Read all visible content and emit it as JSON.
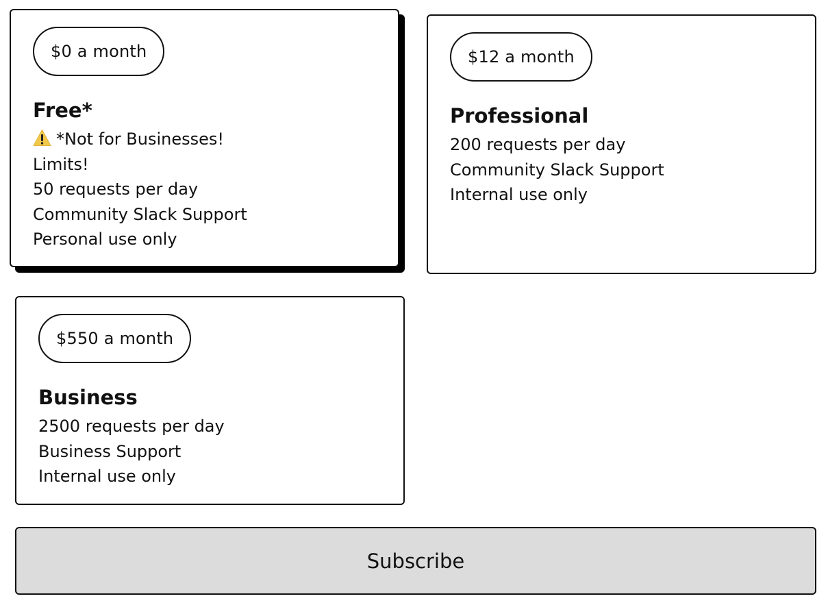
{
  "plans": [
    {
      "id": "free",
      "price": "$0 a month",
      "name": "Free*",
      "selected": true,
      "warning": {
        "icon": "warning-icon",
        "text": "*Not for Businesses!"
      },
      "features": [
        "Limits!",
        "50 requests per day",
        "Community Slack Support",
        "Personal use only"
      ]
    },
    {
      "id": "professional",
      "price": "$12 a month",
      "name": "Professional",
      "selected": false,
      "features": [
        "200 requests per day",
        "Community Slack Support",
        "Internal use only"
      ]
    },
    {
      "id": "business",
      "price": "$550 a month",
      "name": "Business",
      "selected": false,
      "features": [
        "2500 requests per day",
        "Business Support",
        "Internal use only"
      ]
    }
  ],
  "subscribe": {
    "label": "Subscribe"
  },
  "colors": {
    "border": "#111111",
    "button_bg": "#dcdcdc",
    "warning_yellow": "#f2c84b",
    "selected_shadow": "#000000"
  }
}
